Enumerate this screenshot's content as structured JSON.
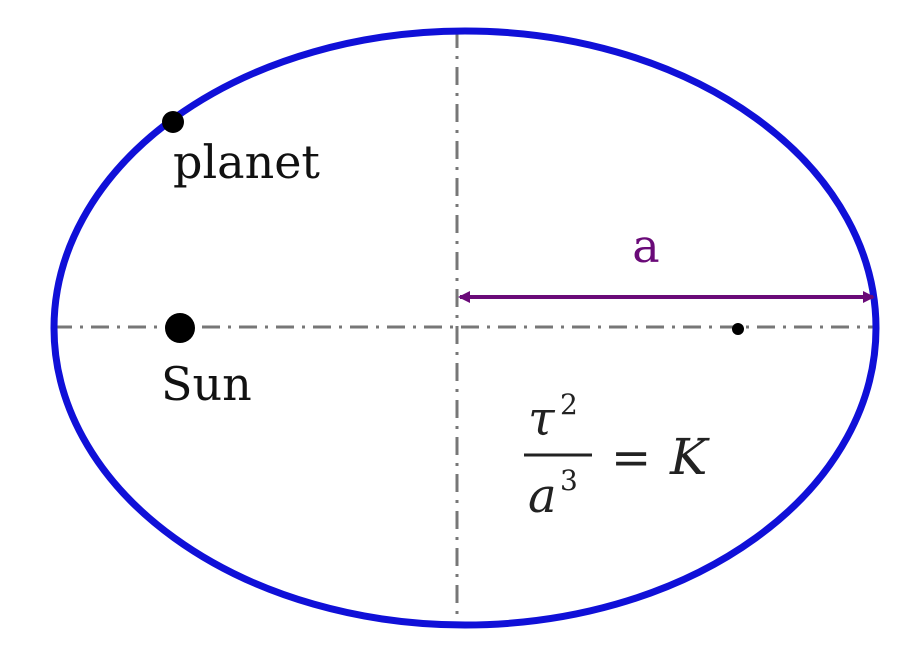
{
  "labels": {
    "planet": "planet",
    "sun": "Sun",
    "semi_major_axis": "a"
  },
  "formula": {
    "numerator_symbol": "τ",
    "numerator_exponent": "2",
    "denominator_symbol": "a",
    "denominator_exponent": "3",
    "equals": "=",
    "constant": "K"
  },
  "colors": {
    "orbit": "#1010d8",
    "axis_arrow": "#6a0a78",
    "axis_label": "#6a0a78",
    "guide_lines": "#777777",
    "points": "#000000",
    "text": "#111111"
  }
}
